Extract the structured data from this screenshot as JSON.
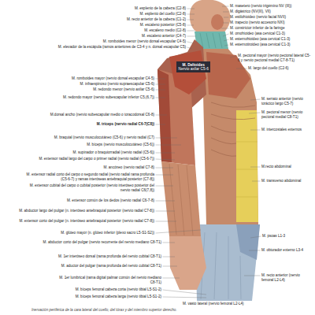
{
  "diagram": {
    "caption": "Inervación periférica de la cara lateral del cuello, del tórax y del miembro superior derecho.",
    "nodes": [
      {
        "text": [
          "M. Deltoides",
          "Nervio axilar C5-6"
        ]
      }
    ],
    "labels": [
      "M. esplenio de la cabeza (C2-8)",
      "M. esplenio del cuello (C2-8)",
      "M. recto anterior de la cabeza (C1-2)",
      "M. escaleno posterior (C5-8)",
      "M. escaleno medio (C2-8)",
      "M. escaleno anterior (C4-7)",
      "M. romboides menor (nervio dorsal escapular C4-5)",
      "M. elevador de la escápula (ramos anteriores de C3-4 y n. dorsal escapular C5)",
      "M. romboides mayor (nervio dorsal escapular C4-5)",
      "M. infraespinoso (nervio supraescapular C5-6)",
      "M. redondo menor (nervio axilar C5-6)",
      "M. redondo mayor (nervio subescapular inferior C5,(6,7))",
      "M.dorsal ancho (nervio subescapular medio o toracodorsal C6-8)",
      "M. tríceps (nervio radial C6-7(C8))",
      "M. braquial (nervio musculocutáneo (C5-6) y nervio radial (C7)",
      "M. bíceps (nervio musculocutáneo (C5-6))",
      "M. supinador o braquiorradial (nervio radial (C5-6))",
      "M. extensor radial largo del carpo o primer radial (nervio radial (C5-6-7))",
      "M. ancóneo (nervio radial C7-8)",
      "M. extensor radial corto del carpo o segundo radial (nervio radial rama profunda (C5-6-7) y ramas interóseas antebraquial posterior (C7-8))",
      "M. extensor cubital del carpo o cubital posterior (nervio interóseo posterior del nervio radial C6(7,8))",
      "M. extensor común de los dedos (nervio radial C6-7-8)",
      "M. abductor largo del pulgar (n. interóseo antebraquial posterior (nervio radial C7-8))",
      "M. extensor corto del pulgar (n. interóseo antebraquial posterior (nervio radial C7-8))",
      "M. glúteo mayor (n. glúteo inferior (plexo sacro L5-S1-S2))",
      "M. abductor corto del pulgar (nervio recurrente del nervio mediano C8-T1)",
      "M. 1er interóseo dorsal (rama profunda del nervio cubital C8-T1)",
      "M. aductor del pulgar (rama profunda del nervio cubital C8-T1)",
      "M. 1er lumbrical (rama digital palmar común del nervio mediano C8-T1)",
      "M. bíceps femoral cabeza corta (nervio tibial L5-S1-2)",
      "M. bíceps femoral cabeza larga (nervio tibial L5-S1-2)",
      "M. masetero (nervio trigémino NV (III))",
      "M. digástrico (NV(III), VII)",
      "M. estilohioideo (nervio facial NVII)",
      "M. trapecio (nervio accesorio NXI)",
      "M. constrictor inferior de la faringe",
      "M. omohioideo (asa cervical C1-3)",
      "M. esternohioideo (asa cervical C1-3)",
      "M. esternotiroideo (asa cervical C1-3)",
      "M. pectoral mayor (nervio pectoral lateral C5-6 y nervio pectoral medial C7-8-T1)",
      "M. largo del cuello (C2-6)",
      "M. serrato anterior (nervio torácico largo C5-7)",
      "M. pectoral menor (nervio pectoral medial C8-T1)",
      "M. intercostales externos",
      "M.recto abdominal",
      "M. transverso abdominal",
      "M. psoas L1-3",
      "M. obturador externo L3-4",
      "M. recto anterior (nervio femoral L2-L4)",
      "M. vasto lateral (nervio femoral L2-L4)"
    ]
  }
}
